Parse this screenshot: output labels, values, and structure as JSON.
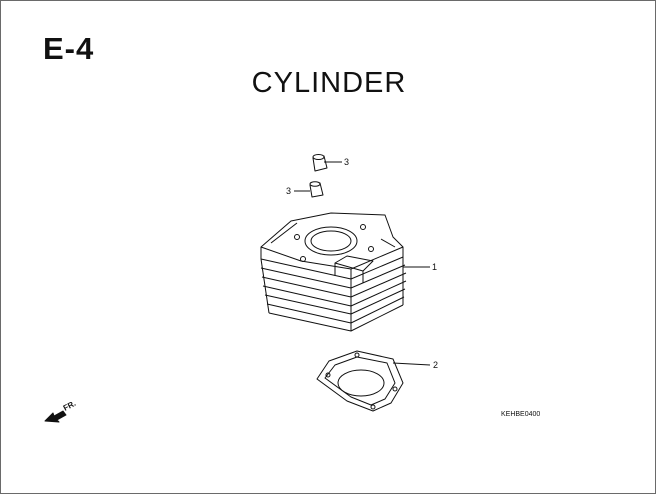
{
  "header": {
    "section_code": "E-4",
    "title": "CYLINDER"
  },
  "parts": [
    {
      "ref": "1",
      "name": "cylinder"
    },
    {
      "ref": "2",
      "name": "cylinder-base-gasket"
    },
    {
      "ref": "3",
      "name": "dowel-pin"
    }
  ],
  "callouts": {
    "dowel_upper": "3",
    "dowel_lower": "3",
    "cylinder": "1",
    "gasket": "2"
  },
  "direction_label": "FR.",
  "drawing_code": "KEHBE0400",
  "colors": {
    "line": "#111111",
    "frame": "#6a6a6a",
    "background": "#ffffff"
  }
}
